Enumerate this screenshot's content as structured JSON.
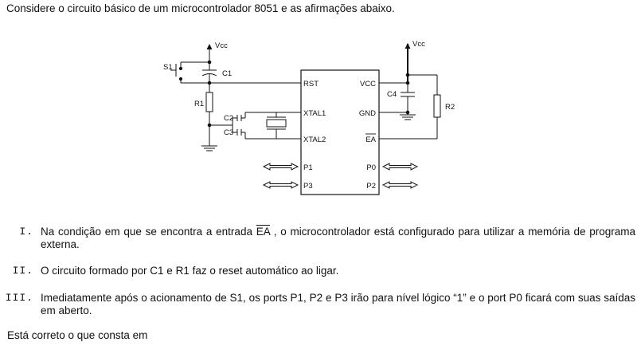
{
  "intro": "Considere o circuito básico de um microcontrolador 8051 e as afirmações abaixo.",
  "circuit": {
    "vcc_left": "Vcc",
    "vcc_right": "Vcc",
    "s1": "S1",
    "c1": "C1",
    "r1": "R1",
    "c2": "C2",
    "c3": "C3",
    "c4": "C4",
    "r2": "R2",
    "pins_left": [
      "RST",
      "XTAL1",
      "XTAL2",
      "P1",
      "P3"
    ],
    "pins_right": [
      "VCC",
      "GND",
      "EA",
      "P0",
      "P2"
    ]
  },
  "statements": [
    {
      "num": "I.",
      "pre": "Na condição em que se encontra a entrada ",
      "ov": "EA",
      "post": " , o microcontrolador está configurado para utilizar a memória de programa externa."
    },
    {
      "num": "II.",
      "text": "O circuito formado por C1 e R1 faz o reset automático ao ligar."
    },
    {
      "num": "III.",
      "text": "Imediatamente após o acionamento de S1, os ports P1, P2 e P3 irão para nível lógico “1” e o port P0 ficará com suas saídas em aberto."
    }
  ],
  "footer": "Está correto o que consta em"
}
